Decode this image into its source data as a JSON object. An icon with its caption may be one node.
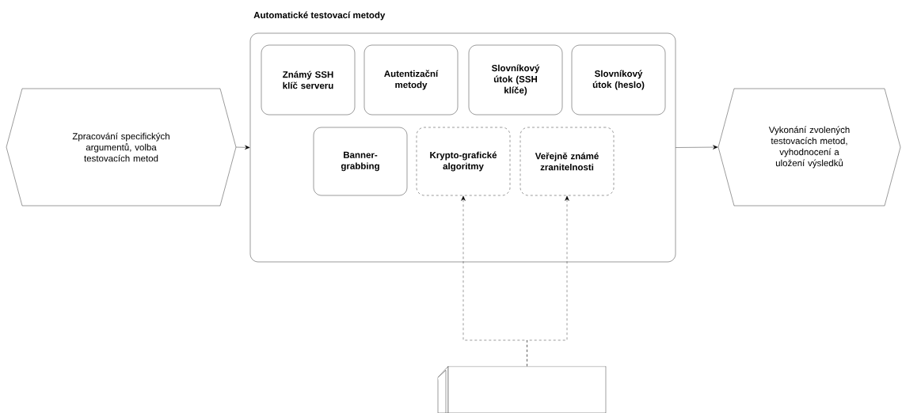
{
  "diagram": {
    "nodes": [
      {
        "text": [
          "Zpracování specifických argumentů, volba testovacích metod"
        ]
      },
      {
        "text": [
          "Automatické testovací metody"
        ]
      },
      {
        "text": [
          "Známý SSH klíč serveru"
        ],
        "in": 1
      },
      {
        "text": [
          "Autentizační metody"
        ],
        "in": 1
      },
      {
        "text": [
          "Slovníkový útok (SSH klíče)"
        ],
        "in": 1
      },
      {
        "text": [
          "Slovníkový útok (heslo)"
        ],
        "in": 1
      },
      {
        "text": [
          "Banner-grabbing"
        ],
        "in": 1
      },
      {
        "text": [
          "Krypto-grafické algoritmy"
        ],
        "in": 1
      },
      {
        "text": [
          "Veřejně známé zranitelnosti"
        ],
        "in": 1
      },
      {
        "text": [
          "Vykonání zvolených testovacích metod, vyhodnocení a uložení výsledků"
        ]
      },
      {
        "text": [],
        "shape": "box"
      }
    ],
    "edges": [
      {
        "from": 0,
        "to": 1,
        "arrow": "to"
      },
      {
        "from": 1,
        "to": 9,
        "arrow": "to"
      },
      {
        "from": 10,
        "to": 7,
        "arrow": "to",
        "style": "dashed"
      },
      {
        "from": 10,
        "to": 8,
        "arrow": "to",
        "style": "dashed"
      }
    ]
  }
}
